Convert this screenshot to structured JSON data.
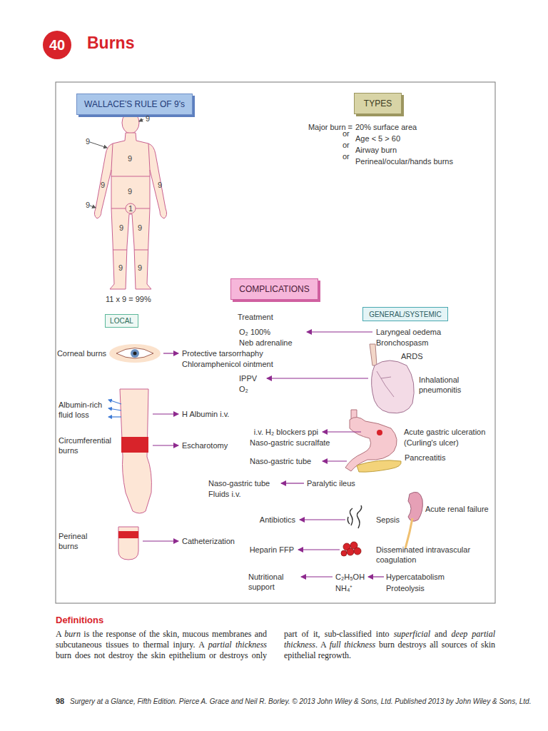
{
  "diagram": {
    "title": "Burns",
    "nodes": [
      {
        "text": [
          "40"
        ]
      },
      {
        "text": [
          "WALLACE'S RULE OF 9's"
        ]
      },
      {
        "text": [
          "TYPES"
        ]
      },
      {
        "text": [
          "COMPLICATIONS"
        ]
      },
      {
        "text": [
          "LOCAL"
        ]
      },
      {
        "text": [
          "GENERAL/SYSTEMIC"
        ]
      }
    ],
    "labels": [
      "9",
      "9",
      "9",
      "9",
      "9",
      "9",
      "9",
      "1",
      "9",
      "9",
      "9",
      "9",
      "11 x 9 = 99%",
      "Major burn =",
      "20% surface area",
      "or",
      "Age < 5 > 60",
      "or",
      "Airway burn",
      "or",
      "Perineal/ocular/hands burns",
      "Treatment",
      "O₂ 100%",
      "Neb adrenaline",
      "Laryngeal oedema",
      "Bronchospasm",
      "Corneal burns",
      "Protective tarsorrhaphy",
      "Chloramphenicol ointment",
      "ARDS",
      "IPPV",
      "O₂",
      "Inhalational pneumonitis",
      "Albumin-rich fluid loss",
      "H Albumin i.v.",
      "i.v. H₂ blockers ppi",
      "Naso-gastric sucralfate",
      "Acute gastric ulceration",
      "(Curling's ulcer)",
      "Circumferential burns",
      "Escharotomy",
      "Naso-gastric tube",
      "Pancreatitis",
      "Naso-gastric tube",
      "Fluids i.v.",
      "Paralytic ileus",
      "Acute renal failure",
      "Antibiotics",
      "Sepsis",
      "Perineal burns",
      "Catheterization",
      "Heparin FFP",
      "Disseminated intravascular coagulation",
      "Nutritional support",
      "C₂H₅OH",
      "NH₄⁺",
      "Hypercatabolism",
      "Proteolysis",
      "Definitions",
      "A",
      "burn",
      "is the response of the skin, mucous membranes and subcutaneous tissues to thermal injury. A",
      "partial thickness",
      "burn does not destroy the skin epithelium or destroys only part of it, sub-classified into",
      "superficial",
      "and",
      "deep partial thickness",
      ". A",
      "full thickness",
      "burn destroys all sources of skin epithelial regrowth.",
      "98",
      "Surgery at a Glance, Fifth Edition. Pierce A. Grace and Neil R. Borley. © 2013 John Wiley & Sons, Ltd. Published 2013 by John Wiley & Sons, Ltd."
    ]
  }
}
